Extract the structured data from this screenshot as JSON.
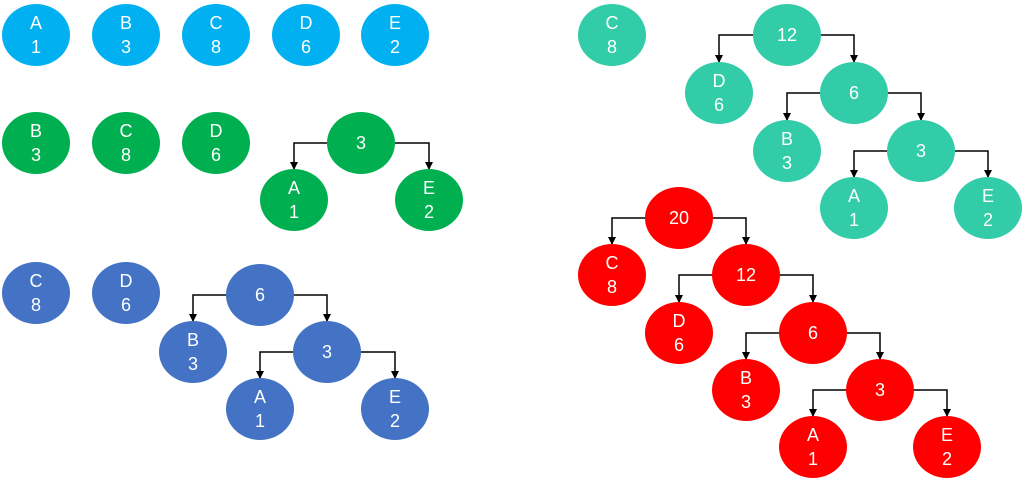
{
  "colors": {
    "stage1": "#00b0f0",
    "stage2": "#00b050",
    "stage3": "#4472c4",
    "stage4": "#33cca8",
    "stage5": "#ff0000",
    "edge": "#000000"
  },
  "stages": [
    {
      "id": "stage-1",
      "color_key": "stage1",
      "nodes": [
        {
          "id": "s1-A",
          "letter": "A",
          "value": "1"
        },
        {
          "id": "s1-B",
          "letter": "B",
          "value": "3"
        },
        {
          "id": "s1-C",
          "letter": "C",
          "value": "8"
        },
        {
          "id": "s1-D",
          "letter": "D",
          "value": "6"
        },
        {
          "id": "s1-E",
          "letter": "E",
          "value": "2"
        }
      ],
      "edges": []
    },
    {
      "id": "stage-2",
      "color_key": "stage2",
      "nodes": [
        {
          "id": "s2-B",
          "letter": "B",
          "value": "3"
        },
        {
          "id": "s2-C",
          "letter": "C",
          "value": "8"
        },
        {
          "id": "s2-D",
          "letter": "D",
          "value": "6"
        },
        {
          "id": "s2-3",
          "letter": "",
          "value": "3"
        },
        {
          "id": "s2-A",
          "letter": "A",
          "value": "1"
        },
        {
          "id": "s2-E",
          "letter": "E",
          "value": "2"
        }
      ],
      "edges": [
        [
          "s2-3",
          "s2-A"
        ],
        [
          "s2-3",
          "s2-E"
        ]
      ]
    },
    {
      "id": "stage-3",
      "color_key": "stage3",
      "nodes": [
        {
          "id": "s3-C",
          "letter": "C",
          "value": "8"
        },
        {
          "id": "s3-D",
          "letter": "D",
          "value": "6"
        },
        {
          "id": "s3-6",
          "letter": "",
          "value": "6"
        },
        {
          "id": "s3-B",
          "letter": "B",
          "value": "3"
        },
        {
          "id": "s3-3",
          "letter": "",
          "value": "3"
        },
        {
          "id": "s3-A",
          "letter": "A",
          "value": "1"
        },
        {
          "id": "s3-E",
          "letter": "E",
          "value": "2"
        }
      ],
      "edges": [
        [
          "s3-6",
          "s3-B"
        ],
        [
          "s3-6",
          "s3-3"
        ],
        [
          "s3-3",
          "s3-A"
        ],
        [
          "s3-3",
          "s3-E"
        ]
      ]
    },
    {
      "id": "stage-4",
      "color_key": "stage4",
      "nodes": [
        {
          "id": "s4-C",
          "letter": "C",
          "value": "8"
        },
        {
          "id": "s4-12",
          "letter": "",
          "value": "12"
        },
        {
          "id": "s4-D",
          "letter": "D",
          "value": "6"
        },
        {
          "id": "s4-6",
          "letter": "",
          "value": "6"
        },
        {
          "id": "s4-B",
          "letter": "B",
          "value": "3"
        },
        {
          "id": "s4-3",
          "letter": "",
          "value": "3"
        },
        {
          "id": "s4-A",
          "letter": "A",
          "value": "1"
        },
        {
          "id": "s4-E",
          "letter": "E",
          "value": "2"
        }
      ],
      "edges": [
        [
          "s4-12",
          "s4-D"
        ],
        [
          "s4-12",
          "s4-6"
        ],
        [
          "s4-6",
          "s4-B"
        ],
        [
          "s4-6",
          "s4-3"
        ],
        [
          "s4-3",
          "s4-A"
        ],
        [
          "s4-3",
          "s4-E"
        ]
      ]
    },
    {
      "id": "stage-5",
      "color_key": "stage5",
      "nodes": [
        {
          "id": "s5-20",
          "letter": "",
          "value": "20"
        },
        {
          "id": "s5-C",
          "letter": "C",
          "value": "8"
        },
        {
          "id": "s5-12",
          "letter": "",
          "value": "12"
        },
        {
          "id": "s5-D",
          "letter": "D",
          "value": "6"
        },
        {
          "id": "s5-6",
          "letter": "",
          "value": "6"
        },
        {
          "id": "s5-B",
          "letter": "B",
          "value": "3"
        },
        {
          "id": "s5-3",
          "letter": "",
          "value": "3"
        },
        {
          "id": "s5-A",
          "letter": "A",
          "value": "1"
        },
        {
          "id": "s5-E",
          "letter": "E",
          "value": "2"
        }
      ],
      "edges": [
        [
          "s5-20",
          "s5-C"
        ],
        [
          "s5-20",
          "s5-12"
        ],
        [
          "s5-12",
          "s5-D"
        ],
        [
          "s5-12",
          "s5-6"
        ],
        [
          "s5-6",
          "s5-B"
        ],
        [
          "s5-6",
          "s5-3"
        ],
        [
          "s5-3",
          "s5-A"
        ],
        [
          "s5-3",
          "s5-E"
        ]
      ]
    }
  ]
}
